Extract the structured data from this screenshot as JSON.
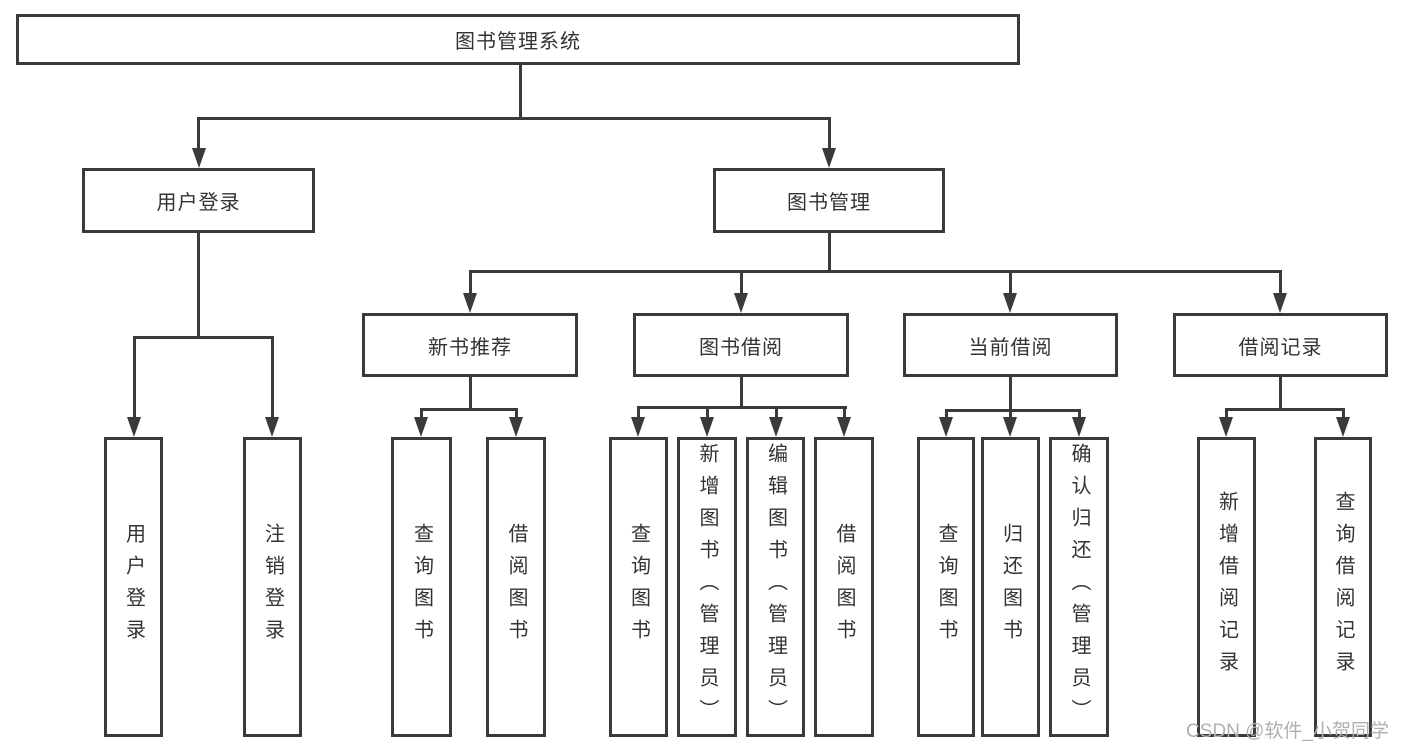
{
  "colors": {
    "line": "#3a3a3a",
    "text": "#333333",
    "watermark": "#b0b0b0",
    "background": "#ffffff"
  },
  "watermark": {
    "text": "CSDN @软件_小贺同学"
  },
  "tree": {
    "root": {
      "label": "图书管理系统",
      "children": [
        {
          "label": "用户登录",
          "children": [
            {
              "label": "用户登录"
            },
            {
              "label": "注销登录"
            }
          ]
        },
        {
          "label": "图书管理",
          "children": [
            {
              "label": "新书推荐",
              "children": [
                {
                  "label": "查询图书"
                },
                {
                  "label": "借阅图书"
                }
              ]
            },
            {
              "label": "图书借阅",
              "children": [
                {
                  "label": "查询图书"
                },
                {
                  "label": "新增图书（管理员）"
                },
                {
                  "label": "编辑图书（管理员）"
                },
                {
                  "label": "借阅图书"
                }
              ]
            },
            {
              "label": "当前借阅",
              "children": [
                {
                  "label": "查询图书"
                },
                {
                  "label": "归还图书"
                },
                {
                  "label": "确认归还（管理员）"
                }
              ]
            },
            {
              "label": "借阅记录",
              "children": [
                {
                  "label": "新增借阅记录"
                },
                {
                  "label": "查询借阅记录"
                }
              ]
            }
          ]
        }
      ]
    }
  }
}
